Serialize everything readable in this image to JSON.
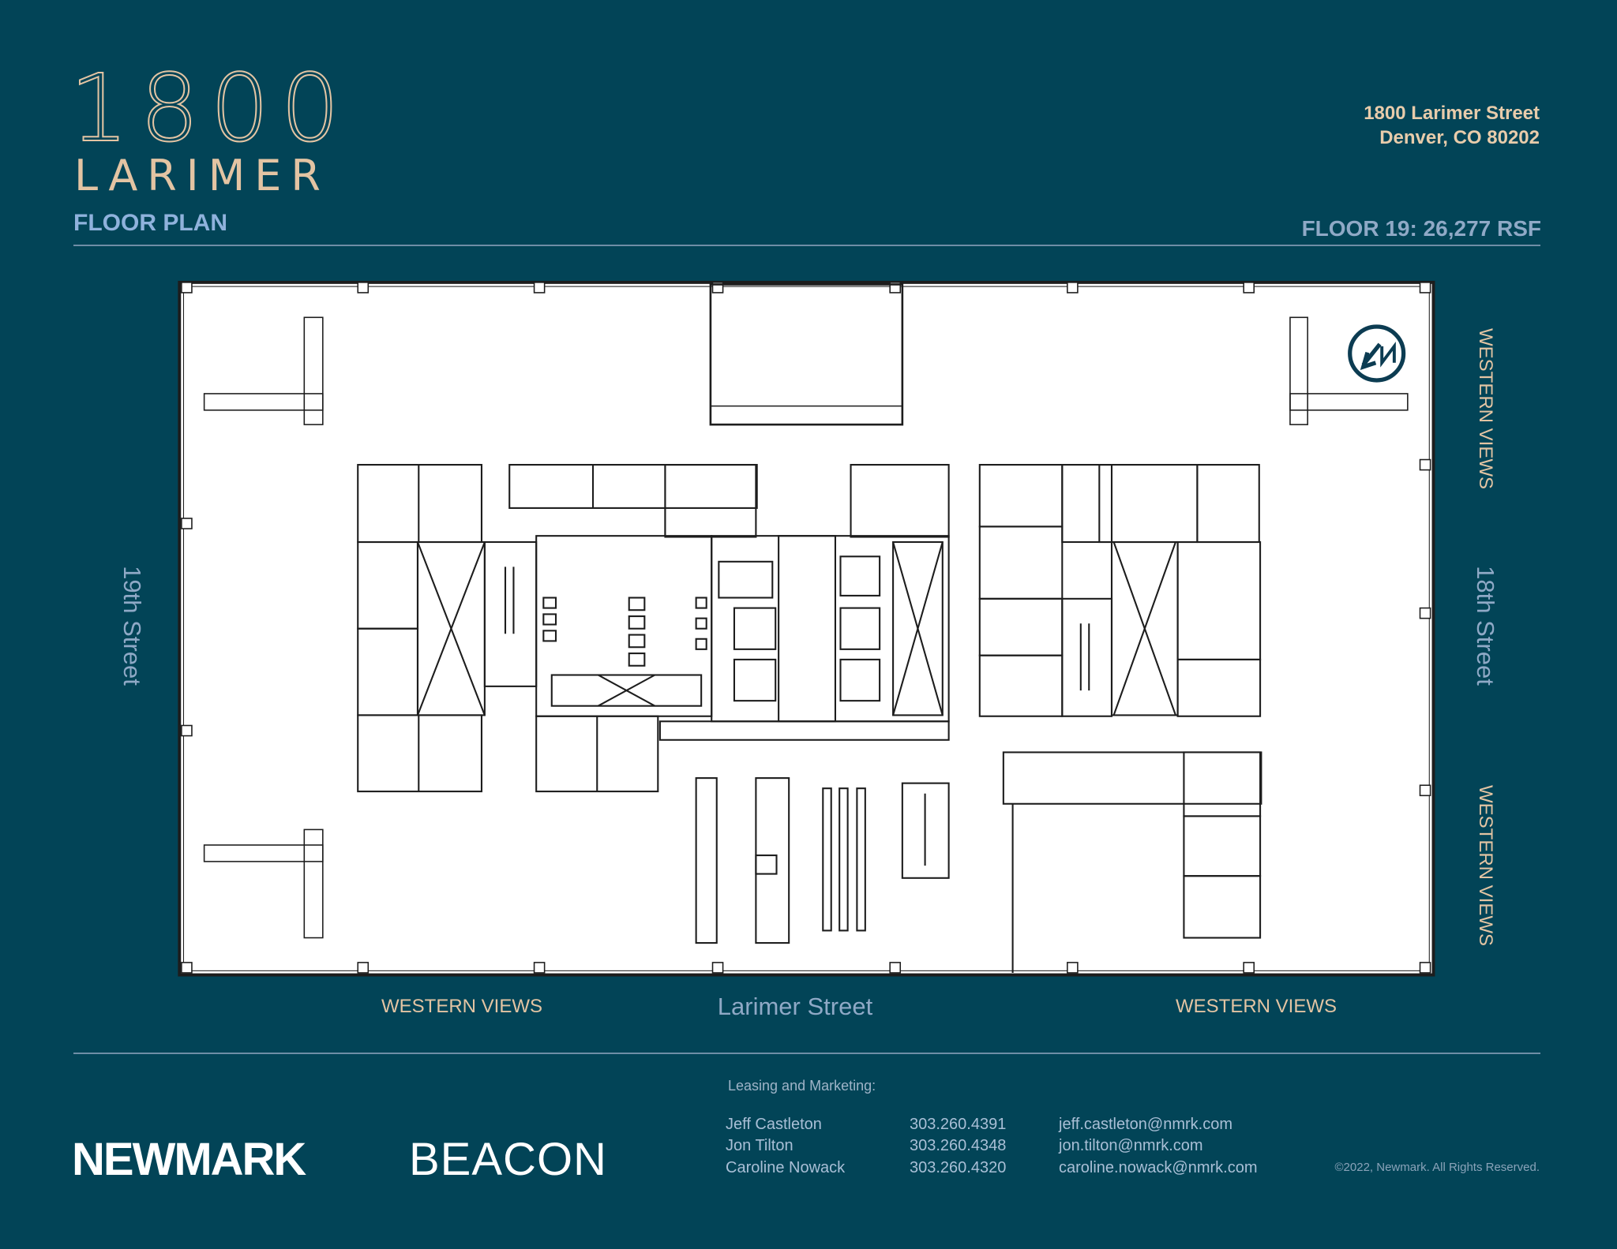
{
  "header": {
    "logo_number": "1800",
    "logo_word": "LARIMER",
    "subtitle": "FLOOR PLAN",
    "address_line1": "1800 Larimer Street",
    "address_line2": "Denver, CO 80202",
    "floor_info": "FLOOR 19:  26,277 RSF"
  },
  "plan": {
    "street_left": "19th Street",
    "street_right": "18th Street",
    "street_bottom": "Larimer Street",
    "views_right_top": "WESTERN VIEWS",
    "views_right_bottom": "WESTERN VIEWS",
    "views_bottom_left": "WESTERN VIEWS",
    "views_bottom_right": "WESTERN VIEWS",
    "compass_icon": "north-arrow"
  },
  "footer": {
    "leasing_label": "Leasing and Marketing:",
    "contacts": [
      {
        "name": "Jeff Castleton",
        "phone": "303.260.4391",
        "email": "jeff.castleton@nmrk.com"
      },
      {
        "name": "Jon Tilton",
        "phone": "303.260.4348",
        "email": "jon.tilton@nmrk.com"
      },
      {
        "name": "Caroline Nowack",
        "phone": "303.260.4320",
        "email": "caroline.nowack@nmrk.com"
      }
    ],
    "logo_newmark": "NEWMARK",
    "logo_beacon": "BEACON",
    "copyright": "©2022, Newmark. All Rights Reserved."
  },
  "colors": {
    "background": "#024457",
    "accent_tan": "#e3c4a3",
    "accent_blue": "#8fb2dc"
  }
}
